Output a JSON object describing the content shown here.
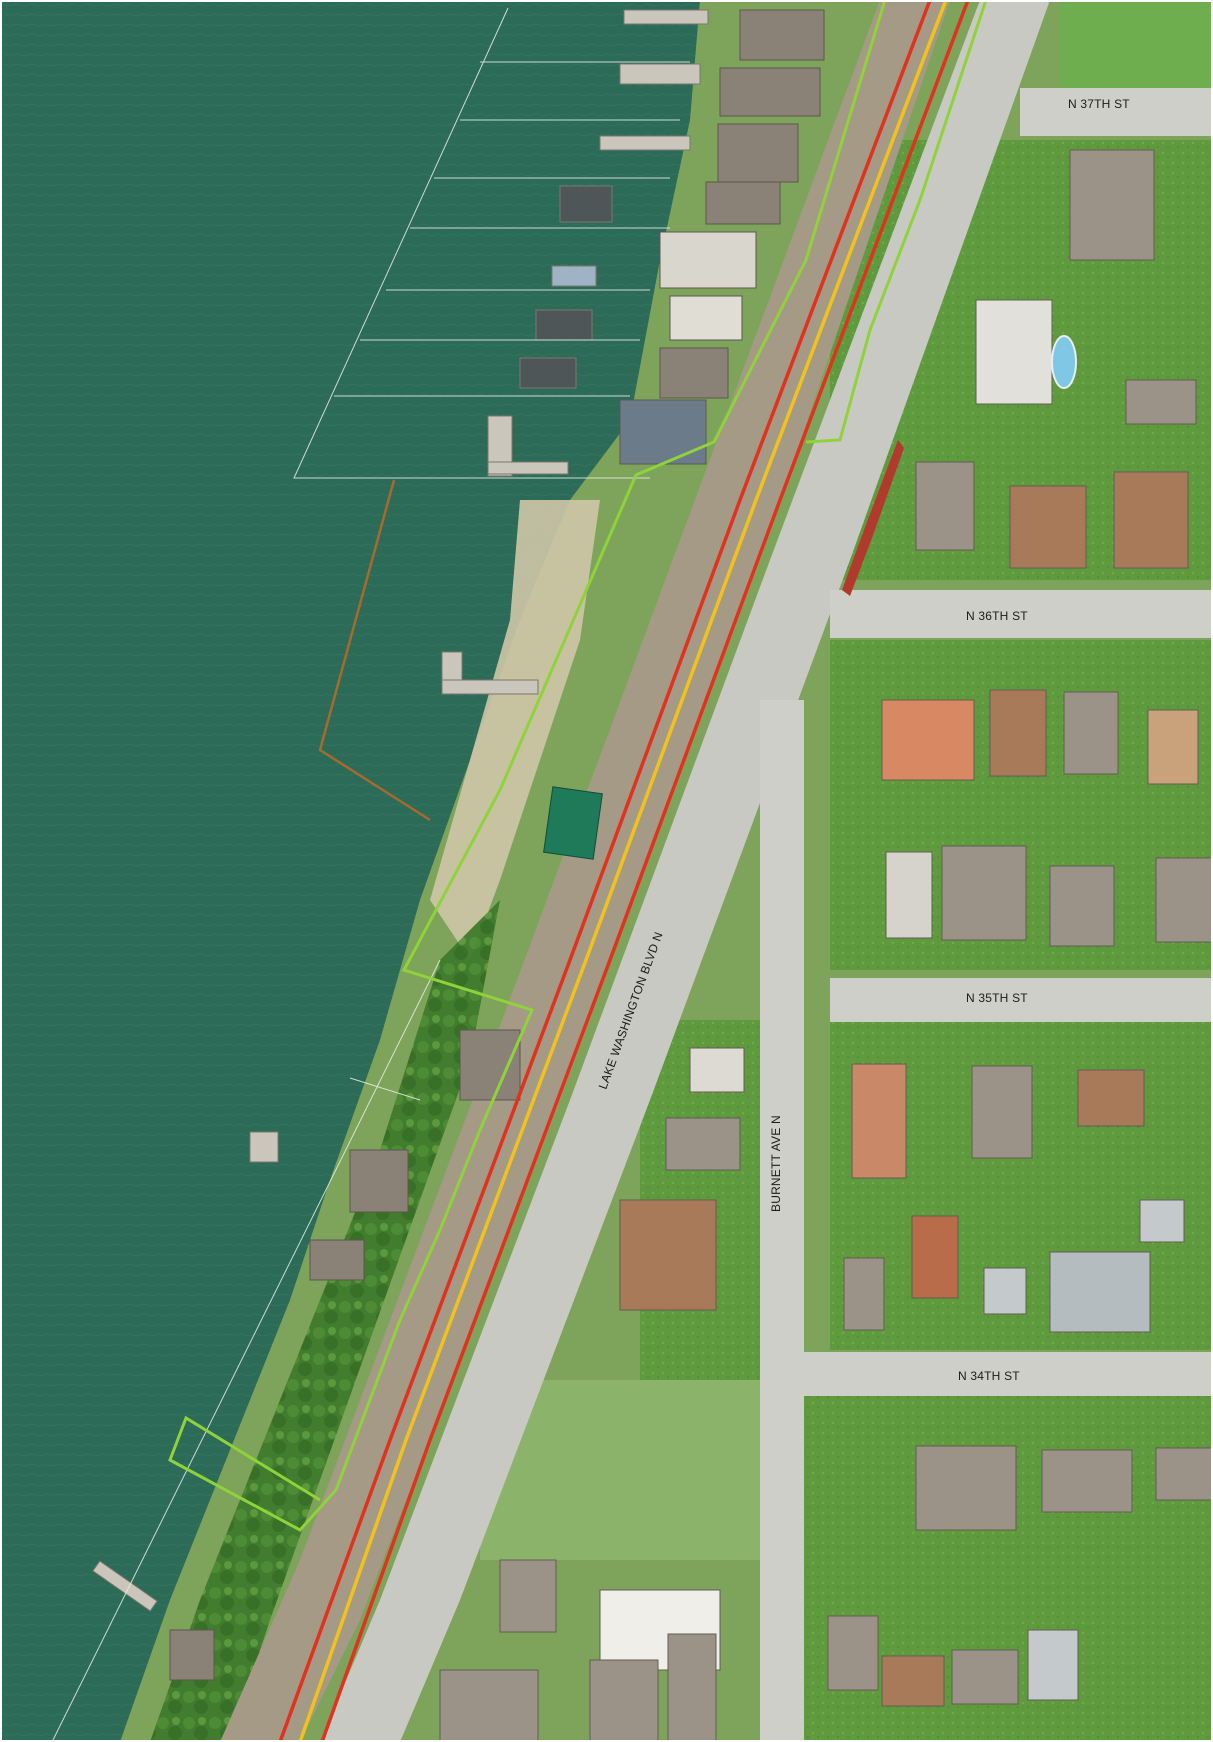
{
  "map": {
    "kind": "aerial-photo",
    "water_color": "#2a6a55",
    "streets": [
      {
        "key": "n37",
        "label": "N 37TH ST"
      },
      {
        "key": "n36",
        "label": "N 36TH ST"
      },
      {
        "key": "n35",
        "label": "N 35TH ST"
      },
      {
        "key": "n34",
        "label": "N 34TH ST"
      },
      {
        "key": "blvd",
        "label": "LAKE WASHINGTON BLVD N"
      },
      {
        "key": "burnett",
        "label": "BURNETT AVE N"
      }
    ],
    "overlay_colors": {
      "boundary_green": "#8fd23a",
      "line_red": "#e0321e",
      "line_yellow": "#f2c21c",
      "parcel_lines": "#e8efe9"
    }
  }
}
